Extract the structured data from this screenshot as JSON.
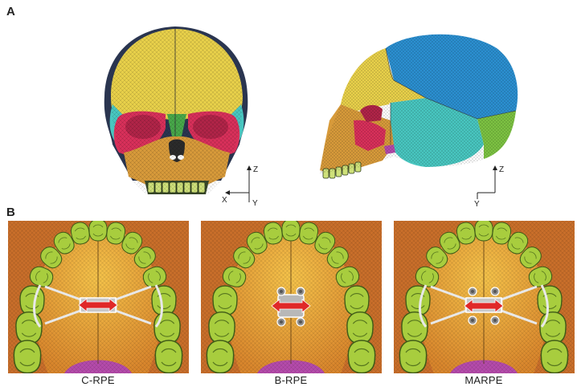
{
  "panels": {
    "a": {
      "letter": "A",
      "front_axes": {
        "vertical": "Z",
        "horizontal": "X",
        "depth": "Y"
      },
      "side_axes": {
        "vertical": "Z",
        "depth": "Y"
      }
    },
    "b": {
      "letter": "B",
      "models": [
        {
          "label": "C-RPE"
        },
        {
          "label": "B-RPE"
        },
        {
          "label": "MARPE"
        }
      ]
    }
  },
  "colors": {
    "frontal_bone": "#e8d04a",
    "parietal_bone": "#2b8fd0",
    "temporal_bone": "#48c6c0",
    "occipital_bone": "#7cc242",
    "maxilla": "#d79a3a",
    "zygomatic_bone": "#d8305a",
    "nasal_bone": "#48a84a",
    "teeth": "#9ac83c",
    "palate": "#e29a3c",
    "soft_palate": "#b44aaa",
    "expansion_arrow": "#e02828",
    "appliance": "#b8b8b8"
  }
}
